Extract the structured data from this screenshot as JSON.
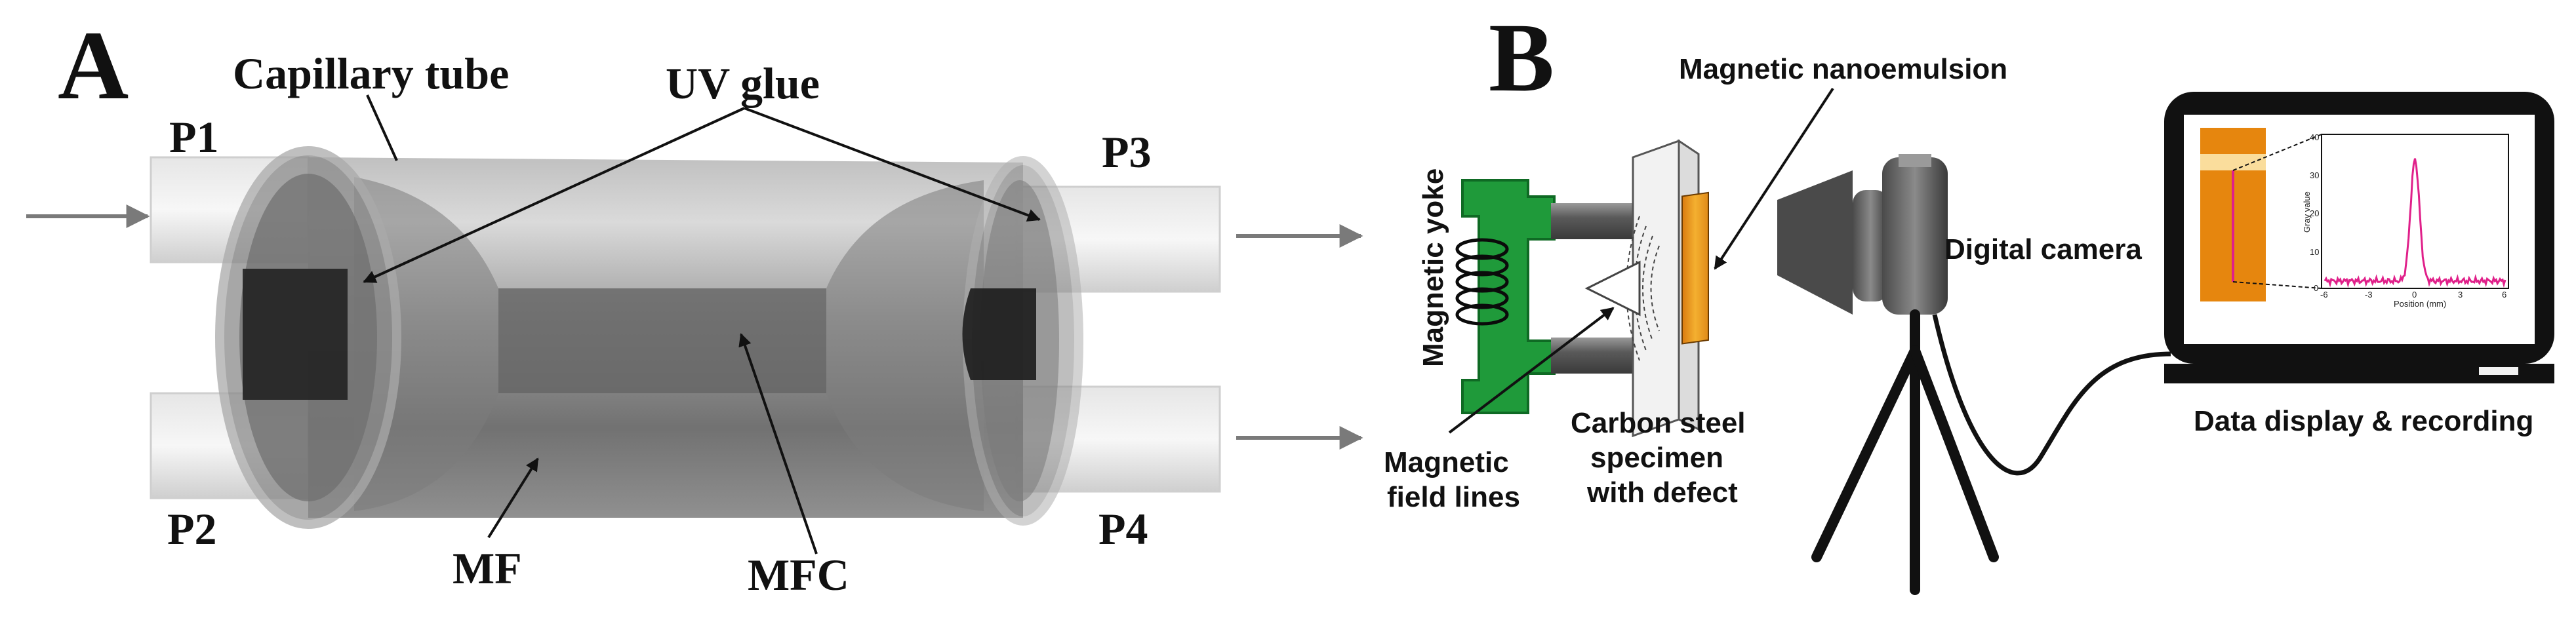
{
  "panel_a": {
    "letter": "A",
    "labels": {
      "capillary_tube": "Capillary tube",
      "uv_glue": "UV glue",
      "p1": "P1",
      "p2": "P2",
      "p3": "P3",
      "p4": "P4",
      "mf": "MF",
      "mfc": "MFC"
    }
  },
  "panel_b": {
    "letter": "B",
    "labels": {
      "magnetic_nanoemulsion": "Magnetic nanoemulsion",
      "magnetic_yoke": "Magnetic yoke",
      "digital_camera": "Digital camera",
      "carbon_steel_line1": "Carbon steel",
      "carbon_steel_line2": "specimen",
      "carbon_steel_line3": "with defect",
      "field_lines_line1": "Magnetic",
      "field_lines_line2": "field lines",
      "data_display": "Data display & recording"
    },
    "inset_plot": {
      "ylabel": "Gray value",
      "xlabel": "Position (mm)",
      "y_ticks": [
        "0",
        "10",
        "20",
        "30",
        "40"
      ],
      "x_ticks": [
        "-6",
        "-3",
        "0",
        "3",
        "6"
      ]
    }
  },
  "colors": {
    "yoke_green": "#1f9a3a",
    "specimen_orange": "#f0a020",
    "plot_magenta": "#e0208a",
    "arrow_gray": "#7a7a7a"
  }
}
